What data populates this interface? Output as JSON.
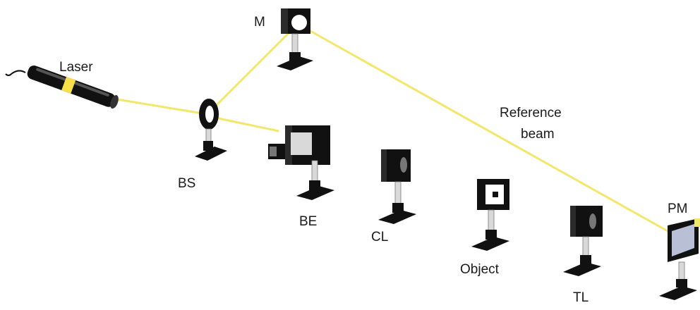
{
  "labels": {
    "laser": "Laser",
    "mirror": "M",
    "beam_splitter": "BS",
    "beam_expander": "BE",
    "collimating_lens": "CL",
    "object": "Object",
    "tube_lens": "TL",
    "photo_medium": "PM",
    "reference_beam_line1": "Reference",
    "reference_beam_line2": "beam"
  },
  "colors": {
    "beam": "#f2e66b",
    "component": "#111111",
    "post": "#d9d9d9",
    "laser_band": "#f5e04a",
    "plate": "#b9c0d6"
  }
}
